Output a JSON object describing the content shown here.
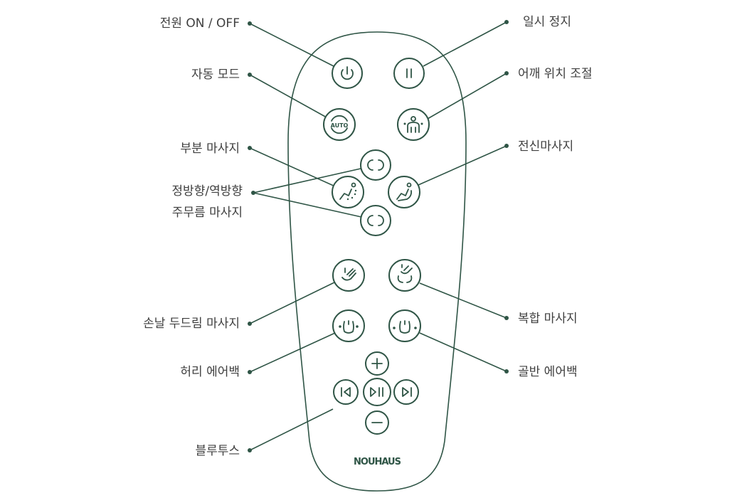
{
  "labels": {
    "power": "전원 ON / OFF",
    "pause": "일시 정지",
    "auto": "자동 모드",
    "shoulder": "어깨 위치 조절",
    "partial": "부분 마사지",
    "full": "전신마사지",
    "kneading_line1": "정방향/역방향",
    "kneading_line2": "주무름 마사지",
    "hand": "손날 두드림 마사지",
    "combo": "복합 마사지",
    "waist": "허리 에어백",
    "pelvis": "골반 에어백",
    "bluetooth": "블루투스"
  },
  "buttons": {
    "auto_text": "AUTO"
  },
  "brand": "NOUHAUS",
  "colors": {
    "accent": "#2f5546",
    "text": "#3f3f3f"
  }
}
